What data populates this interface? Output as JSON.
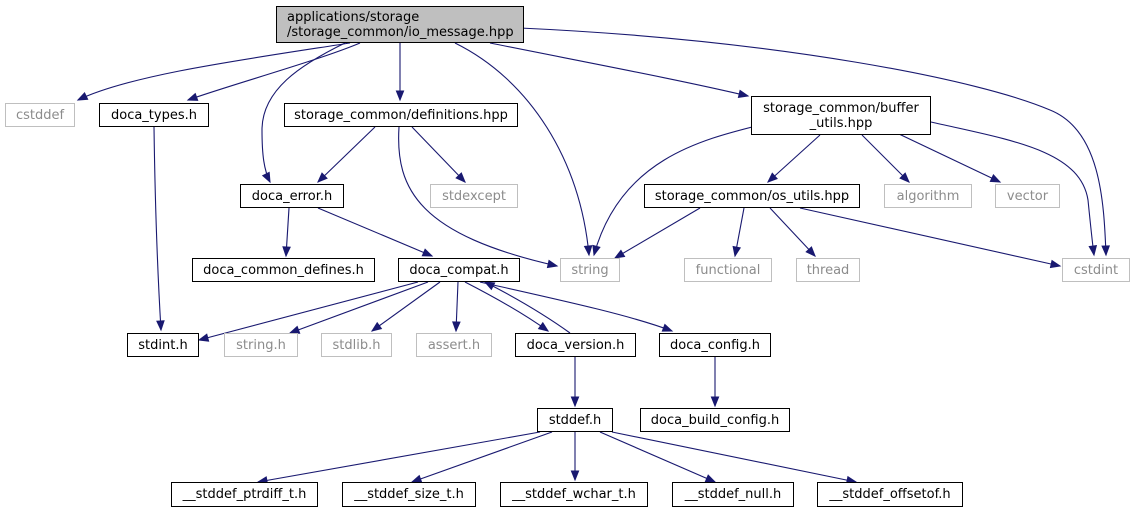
{
  "diagram": {
    "nodes": [
      {
        "id": "io_message",
        "label": "applications/storage\n/storage_common/io_message.hpp",
        "kind": "root"
      },
      {
        "id": "cstddef",
        "label": "cstddef",
        "kind": "external"
      },
      {
        "id": "doca_types",
        "label": "doca_types.h",
        "kind": "internal"
      },
      {
        "id": "definitions",
        "label": "storage_common/definitions.hpp",
        "kind": "internal"
      },
      {
        "id": "buffer_utils",
        "label": "storage_common/buffer\n_utils.hpp",
        "kind": "internal"
      },
      {
        "id": "doca_error",
        "label": "doca_error.h",
        "kind": "internal"
      },
      {
        "id": "stdexcept",
        "label": "stdexcept",
        "kind": "external"
      },
      {
        "id": "os_utils",
        "label": "storage_common/os_utils.hpp",
        "kind": "internal"
      },
      {
        "id": "algorithm",
        "label": "algorithm",
        "kind": "external"
      },
      {
        "id": "vector",
        "label": "vector",
        "kind": "external"
      },
      {
        "id": "doca_common_defines",
        "label": "doca_common_defines.h",
        "kind": "internal"
      },
      {
        "id": "doca_compat",
        "label": "doca_compat.h",
        "kind": "internal"
      },
      {
        "id": "string",
        "label": "string",
        "kind": "external"
      },
      {
        "id": "functional",
        "label": "functional",
        "kind": "external"
      },
      {
        "id": "thread",
        "label": "thread",
        "kind": "external"
      },
      {
        "id": "cstdint",
        "label": "cstdint",
        "kind": "external"
      },
      {
        "id": "stdint",
        "label": "stdint.h",
        "kind": "internal"
      },
      {
        "id": "string_h",
        "label": "string.h",
        "kind": "external"
      },
      {
        "id": "stdlib_h",
        "label": "stdlib.h",
        "kind": "external"
      },
      {
        "id": "assert_h",
        "label": "assert.h",
        "kind": "external"
      },
      {
        "id": "doca_version",
        "label": "doca_version.h",
        "kind": "internal"
      },
      {
        "id": "doca_config",
        "label": "doca_config.h",
        "kind": "internal"
      },
      {
        "id": "doca_build_config",
        "label": "doca_build_config.h",
        "kind": "internal"
      },
      {
        "id": "stddef_h",
        "label": "stddef.h",
        "kind": "internal"
      },
      {
        "id": "ptrdiff",
        "label": "__stddef_ptrdiff_t.h",
        "kind": "internal"
      },
      {
        "id": "size_t",
        "label": "__stddef_size_t.h",
        "kind": "internal"
      },
      {
        "id": "wchar_t",
        "label": "__stddef_wchar_t.h",
        "kind": "internal"
      },
      {
        "id": "null",
        "label": "__stddef_null.h",
        "kind": "internal"
      },
      {
        "id": "offsetof",
        "label": "__stddef_offsetof.h",
        "kind": "internal"
      }
    ],
    "edges": [
      [
        "io_message",
        "cstddef"
      ],
      [
        "io_message",
        "doca_types"
      ],
      [
        "io_message",
        "doca_error"
      ],
      [
        "io_message",
        "definitions"
      ],
      [
        "io_message",
        "string"
      ],
      [
        "io_message",
        "buffer_utils"
      ],
      [
        "io_message",
        "cstdint"
      ],
      [
        "doca_types",
        "stdint"
      ],
      [
        "definitions",
        "doca_error"
      ],
      [
        "definitions",
        "string"
      ],
      [
        "definitions",
        "stdexcept"
      ],
      [
        "buffer_utils",
        "string"
      ],
      [
        "buffer_utils",
        "os_utils"
      ],
      [
        "buffer_utils",
        "algorithm"
      ],
      [
        "buffer_utils",
        "vector"
      ],
      [
        "buffer_utils",
        "cstdint"
      ],
      [
        "doca_error",
        "doca_common_defines"
      ],
      [
        "doca_error",
        "doca_compat"
      ],
      [
        "os_utils",
        "string"
      ],
      [
        "os_utils",
        "functional"
      ],
      [
        "os_utils",
        "thread"
      ],
      [
        "os_utils",
        "cstdint"
      ],
      [
        "doca_compat",
        "stdint"
      ],
      [
        "doca_compat",
        "string_h"
      ],
      [
        "doca_compat",
        "stdlib_h"
      ],
      [
        "doca_compat",
        "assert_h"
      ],
      [
        "doca_compat",
        "doca_version"
      ],
      [
        "doca_compat",
        "doca_config"
      ],
      [
        "doca_version",
        "doca_compat"
      ],
      [
        "doca_version",
        "stddef_h"
      ],
      [
        "doca_config",
        "doca_build_config"
      ],
      [
        "stddef_h",
        "ptrdiff"
      ],
      [
        "stddef_h",
        "size_t"
      ],
      [
        "stddef_h",
        "wchar_t"
      ],
      [
        "stddef_h",
        "null"
      ],
      [
        "stddef_h",
        "offsetof"
      ]
    ],
    "colors": {
      "edge": "#191970",
      "root_fill": "#bfbfbf",
      "external_border": "#bfbfbf",
      "external_text": "#8c8c8c"
    }
  }
}
